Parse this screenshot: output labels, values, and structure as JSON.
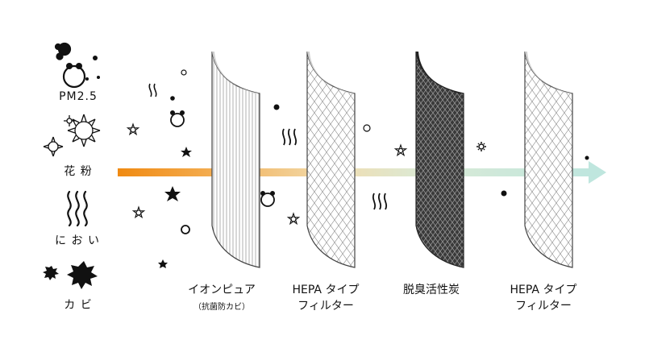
{
  "legend": {
    "pm25": "PM2.5",
    "pollen": "花 粉",
    "odor": "に お い",
    "mold": "カ ビ"
  },
  "stages": [
    {
      "line1": "イオンピュア",
      "line2": "（抗菌防カビ）"
    },
    {
      "line1": "HEPA タイプ",
      "line2": "フィルター"
    },
    {
      "line1": "脱臭活性炭",
      "line2": ""
    },
    {
      "line1": "HEPA タイプ",
      "line2": "フィルター"
    }
  ],
  "colors": {
    "arrow_start": "#f0921e",
    "arrow_mid": "#f2d8a8",
    "arrow_end": "#bfe6de",
    "ink": "#111111",
    "carbon": "#2b2b2b"
  }
}
